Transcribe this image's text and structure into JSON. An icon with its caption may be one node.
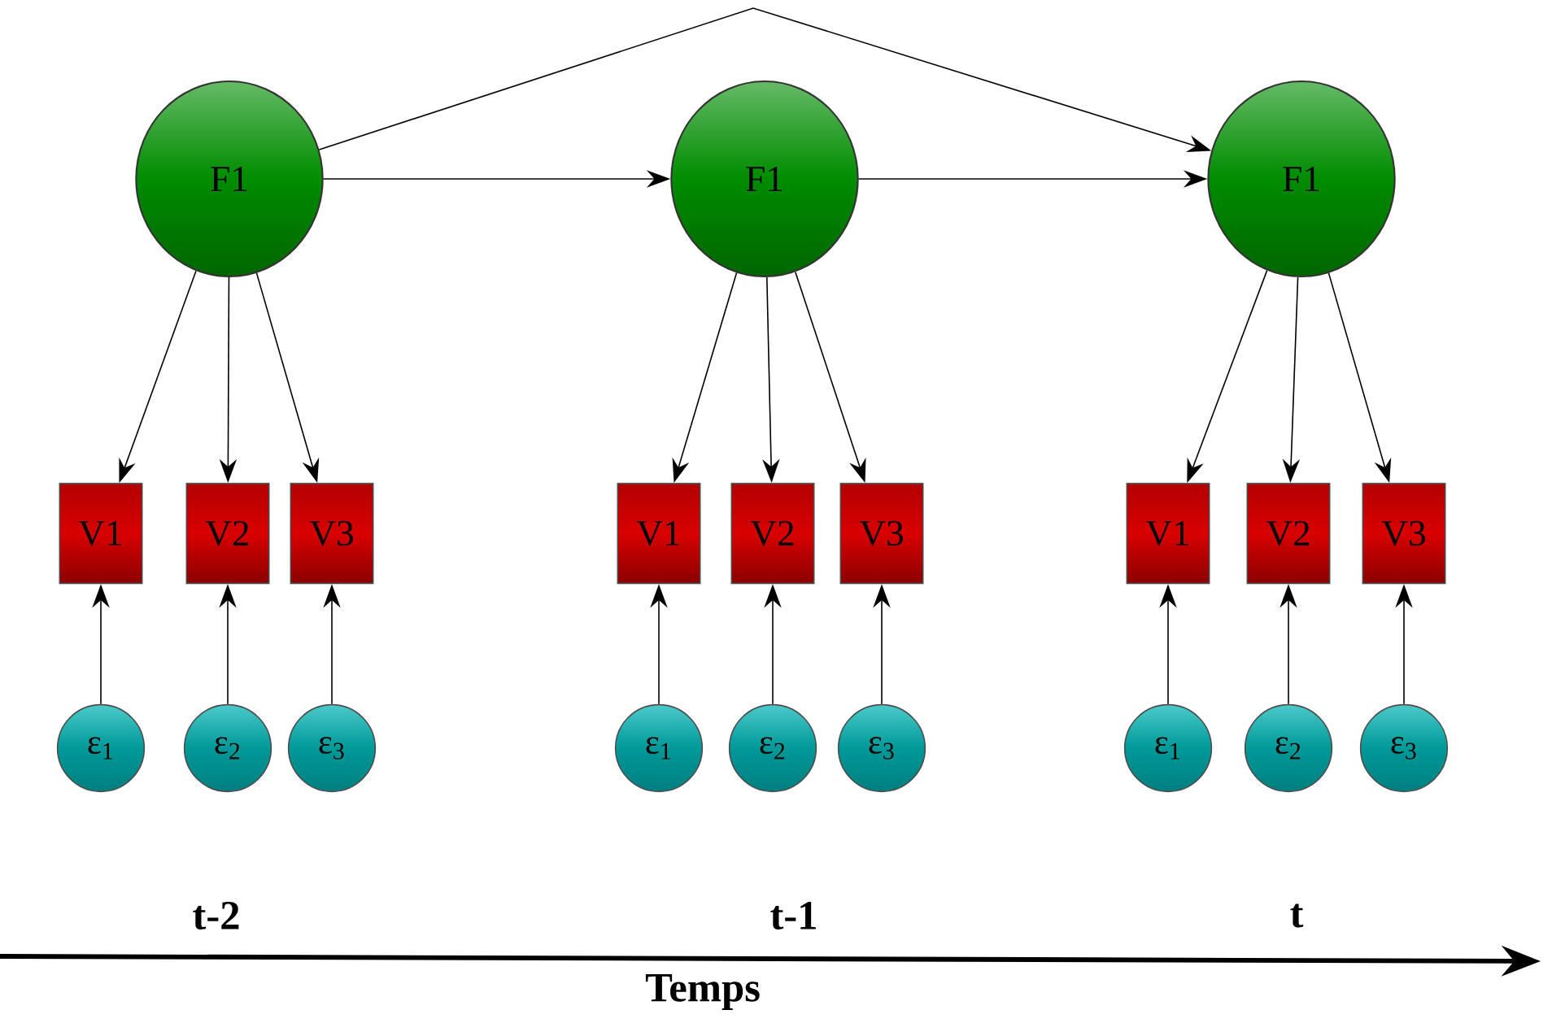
{
  "diagram": {
    "nodes": [
      {
        "text": [
          "F1"
        ]
      },
      {
        "text": [
          "F1"
        ]
      },
      {
        "text": [
          "F1"
        ]
      },
      {
        "text": [
          "V1"
        ]
      },
      {
        "text": [
          "V2"
        ]
      },
      {
        "text": [
          "V3"
        ]
      },
      {
        "text": [
          "V1"
        ]
      },
      {
        "text": [
          "V2"
        ]
      },
      {
        "text": [
          "V3"
        ]
      },
      {
        "text": [
          "V1"
        ]
      },
      {
        "text": [
          "V2"
        ]
      },
      {
        "text": [
          "V3"
        ]
      },
      {
        "text": [
          "ε$_{1}$"
        ]
      },
      {
        "text": [
          "ε$_{2}$"
        ]
      },
      {
        "text": [
          "ε$_{3}$"
        ]
      },
      {
        "text": [
          "ε$_{1}$"
        ]
      },
      {
        "text": [
          "ε$_{2}$"
        ]
      },
      {
        "text": [
          "ε$_{3}$"
        ]
      },
      {
        "text": [
          "ε$_{1}$"
        ]
      },
      {
        "text": [
          "ε$_{2}$"
        ]
      },
      {
        "text": [
          "ε$_{3}$"
        ]
      }
    ],
    "edges": [
      {
        "from": 0,
        "to": 1,
        "arrow": "to"
      },
      {
        "from": 1,
        "to": 2,
        "arrow": "to"
      },
      {
        "from": 0,
        "to": 2,
        "arrow": "to"
      },
      {
        "from": 0,
        "to": 3,
        "arrow": "to"
      },
      {
        "from": 0,
        "to": 4,
        "arrow": "to"
      },
      {
        "from": 0,
        "to": 5,
        "arrow": "to"
      },
      {
        "from": 1,
        "to": 6,
        "arrow": "to"
      },
      {
        "from": 1,
        "to": 7,
        "arrow": "to"
      },
      {
        "from": 1,
        "to": 8,
        "arrow": "to"
      },
      {
        "from": 2,
        "to": 9,
        "arrow": "to"
      },
      {
        "from": 2,
        "to": 10,
        "arrow": "to"
      },
      {
        "from": 2,
        "to": 11,
        "arrow": "to"
      },
      {
        "from": 12,
        "to": 3,
        "arrow": "to"
      },
      {
        "from": 13,
        "to": 4,
        "arrow": "to"
      },
      {
        "from": 14,
        "to": 5,
        "arrow": "to"
      },
      {
        "from": 15,
        "to": 6,
        "arrow": "to"
      },
      {
        "from": 16,
        "to": 7,
        "arrow": "to"
      },
      {
        "from": 17,
        "to": 8,
        "arrow": "to"
      },
      {
        "from": 18,
        "to": 9,
        "arrow": "to"
      },
      {
        "from": 19,
        "to": 10,
        "arrow": "to"
      },
      {
        "from": 20,
        "to": 11,
        "arrow": "to"
      }
    ],
    "labels": [
      "t-2",
      "t-1",
      "t",
      "Temps"
    ]
  }
}
